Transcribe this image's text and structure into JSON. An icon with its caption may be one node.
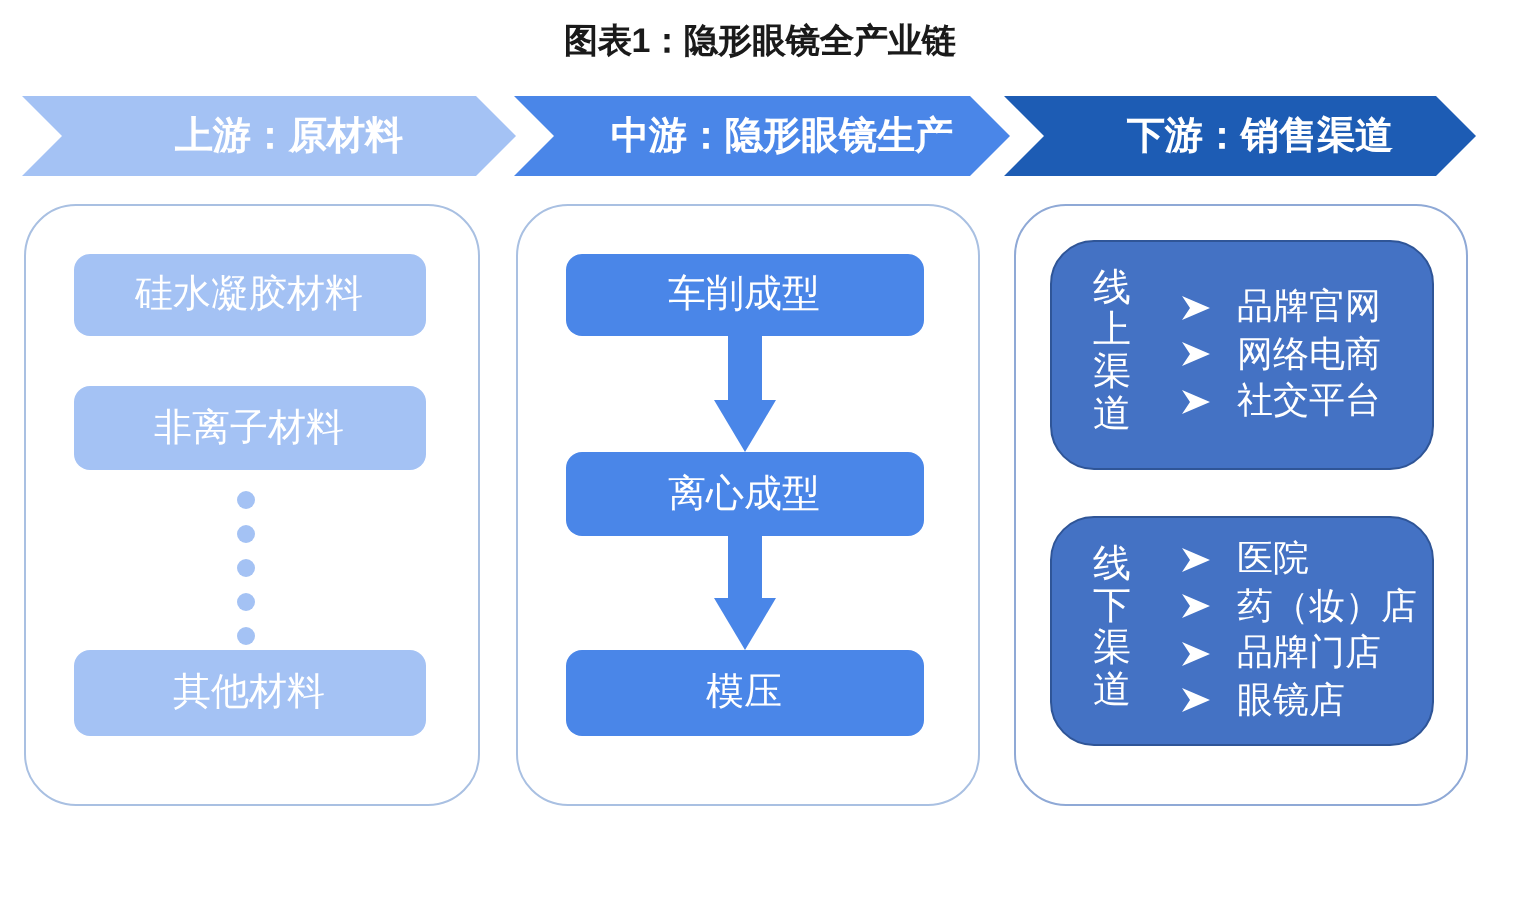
{
  "diagram": {
    "title": "图表1：隐形眼镜全产业链",
    "nodes": [
      {
        "text": [
          "上游：原材料"
        ]
      },
      {
        "text": [
          "中游：隐形眼镜生产"
        ]
      },
      {
        "text": [
          "下游：销售渠道"
        ]
      },
      {
        "text": [],
        "shape": "box"
      },
      {
        "text": [
          "硅水凝胶材料"
        ],
        "in": 3
      },
      {
        "text": [
          "非离子材料"
        ],
        "in": 3
      },
      {
        "text": [
          "其他材料"
        ],
        "in": 3
      },
      {
        "text": [],
        "shape": "box"
      },
      {
        "text": [
          "车削成型"
        ],
        "in": 7
      },
      {
        "text": [
          "离心成型"
        ],
        "in": 7
      },
      {
        "text": [
          "模压"
        ],
        "in": 7
      },
      {
        "text": [],
        "shape": "box"
      },
      {
        "text": [
          "线上渠道",
          "品牌官网",
          "网络电商",
          "社交平台"
        ],
        "in": 11
      },
      {
        "text": [
          "线下渠道",
          "医院",
          "药（妆）店",
          "品牌门店",
          "眼镜店"
        ],
        "in": 11
      }
    ],
    "edges": [
      {
        "from": 8,
        "to": 9,
        "arrow": "to"
      },
      {
        "from": 9,
        "to": 10,
        "arrow": "to"
      }
    ]
  }
}
